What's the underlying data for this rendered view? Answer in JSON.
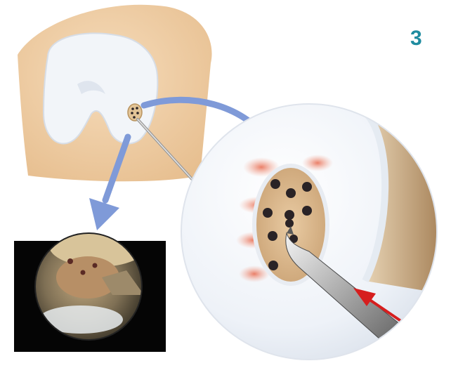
{
  "figure": {
    "step_number": "3",
    "colors": {
      "step_number": "#1f8ca0",
      "arrow": "#7f9ad8",
      "knee_skin": "#ecc79b",
      "cartilage": "#f1f4f8",
      "bone": "#d8b58c",
      "drill_hole": "#2a2326",
      "bleeding": "#e86b4f",
      "direction_arrow": "#d61e1e"
    },
    "icons": {
      "awl": "microfracture-awl-icon",
      "direction_arrow": "red-direction-arrow-icon",
      "arthroscopy": "arthroscopic-view-image"
    },
    "drill_hole_count": 10
  }
}
